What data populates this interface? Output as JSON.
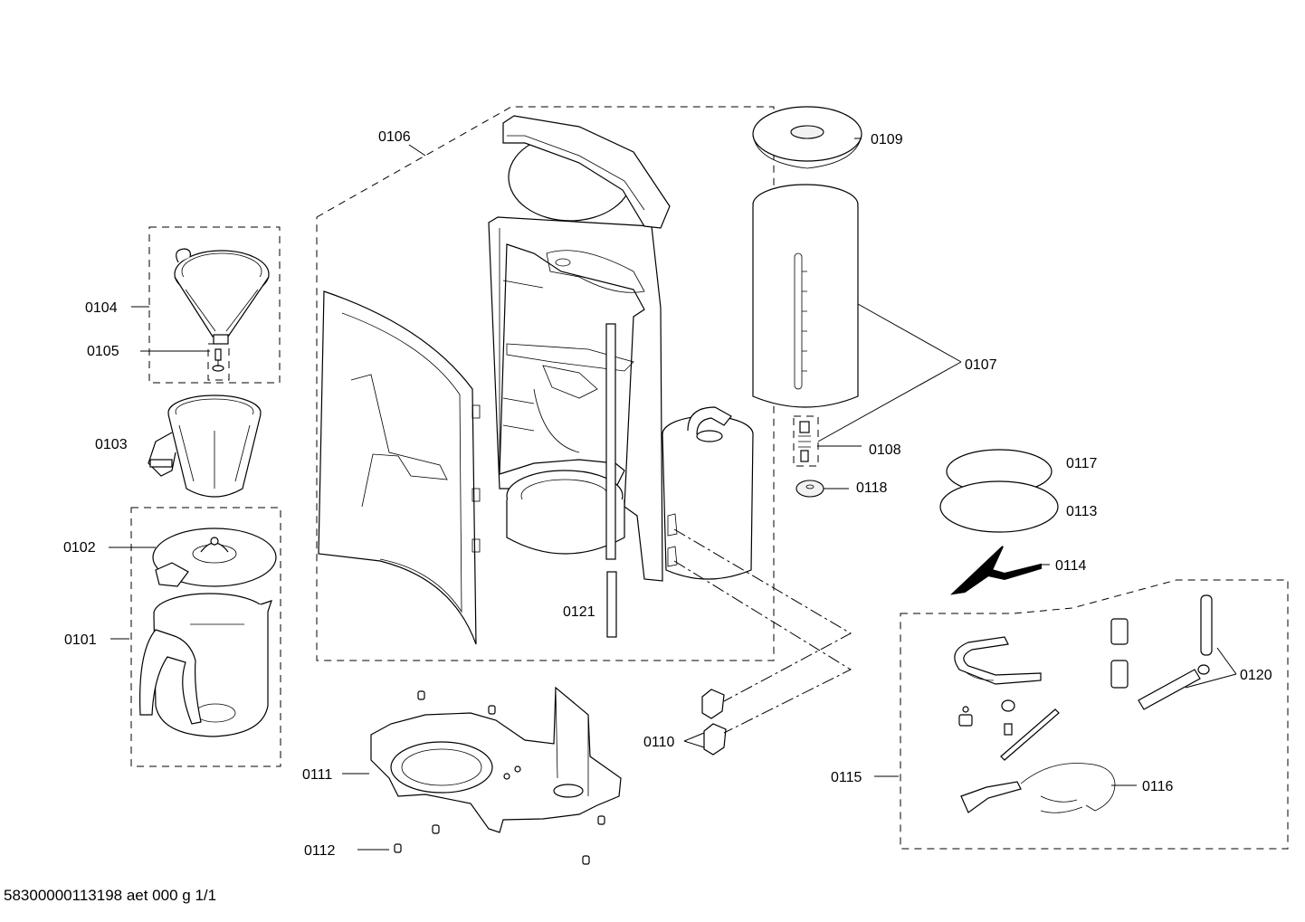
{
  "callouts": {
    "c0101": "0101",
    "c0102": "0102",
    "c0103": "0103",
    "c0104": "0104",
    "c0105": "0105",
    "c0106": "0106",
    "c0107": "0107",
    "c0108": "0108",
    "c0109": "0109",
    "c0110": "0110",
    "c0111": "0111",
    "c0112": "0112",
    "c0113": "0113",
    "c0114": "0114",
    "c0115": "0115",
    "c0116": "0116",
    "c0117": "0117",
    "c0118": "0118",
    "c0120": "0120",
    "c0121": "0121"
  },
  "footer": "58300000113198 aet 000 g 1/1"
}
